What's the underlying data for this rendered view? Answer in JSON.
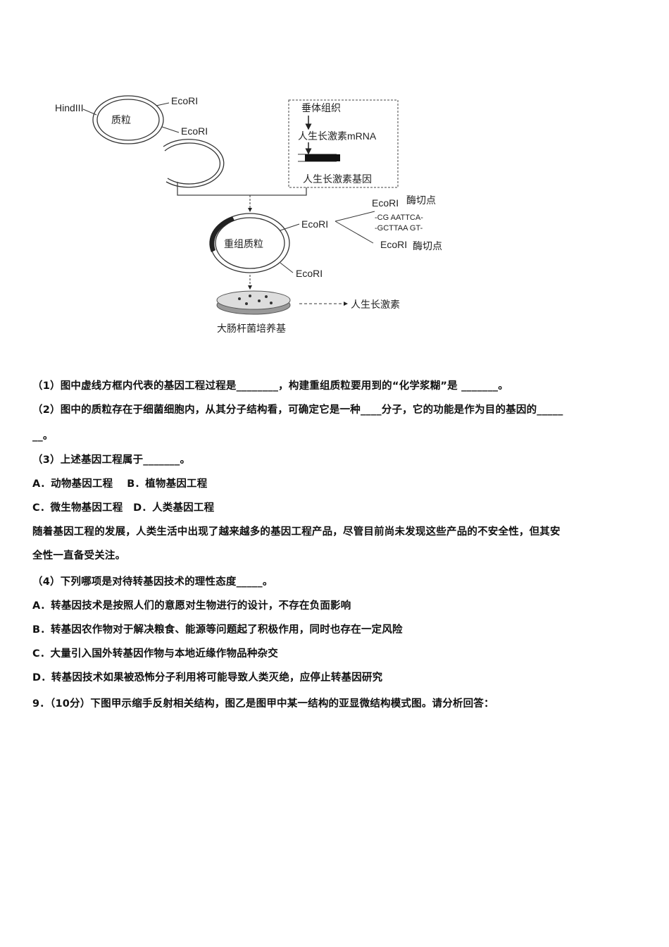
{
  "diagram": {
    "hindiii": "HindIII",
    "ecori": "EcoRI",
    "plasmid": "质粒",
    "pituitary": "垂体组织",
    "mrna": "人生长激素mRNA",
    "gene": "人生长激素基因",
    "cut_site": "酶切点",
    "seq_top": "-CG AATTCA-",
    "seq_bottom": "-GCTTAA GT-",
    "recombinant": "重组质粒",
    "hormone": "人生长激素",
    "medium": "大肠杆菌培养基"
  },
  "lines": [
    "（1）图中虚线方框内代表的基因工程过程是________，构建重组质粒要用到的“化学浆糊”是 _______。",
    "（2）图中的质粒存在于细菌细胞内，从其分子结构看，可确定它是一种____分子，它的功能是作为目的基因的_____",
    "__。",
    "（3）上述基因工程属于_______。",
    "A．动物基因工程　 B．植物基因工程",
    "C．微生物基因工程　D．人类基因工程",
    "随着基因工程的发展，人类生活中出现了越来越多的基因工程产品，尽管目前尚未发现这些产品的不安全性，但其安",
    "全性一直备受关注。",
    "（4）下列哪项是对待转基因技术的理性态度_____。",
    "A．转基因技术是按照人们的意愿对生物进行的设计，不存在负面影响",
    "B．转基因农作物对于解决粮食、能源等问题起了积极作用，同时也存在一定风险",
    "C．大量引入国外转基因作物与本地近缘作物品种杂交",
    "D．转基因技术如果被恐怖分子利用将可能导致人类灭绝，应停止转基因研究",
    "9．（10分）下图甲示缩手反射相关结构，图乙是图甲中某一结构的亚显微结构模式图。请分析回答："
  ]
}
